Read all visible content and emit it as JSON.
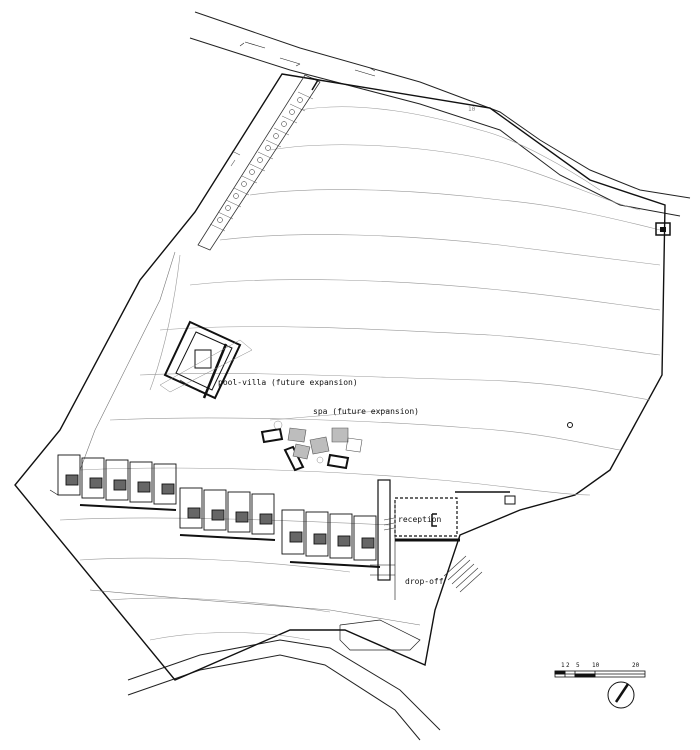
{
  "labels": {
    "pool_villa": "pool-villa (future expansion)",
    "spa": "spa (future expansion)",
    "reception": "reception",
    "drop_off": "drop-off",
    "contour": "10"
  },
  "scale_bar": {
    "ticks": [
      "1",
      "2",
      "5",
      "10",
      "20"
    ]
  },
  "north_arrow": {
    "icon": "north-arrow-icon"
  },
  "colors": {
    "ink": "#111111",
    "contour": "#9a9a9a",
    "hatch": "#555555",
    "shade": "#bdbdbd"
  }
}
